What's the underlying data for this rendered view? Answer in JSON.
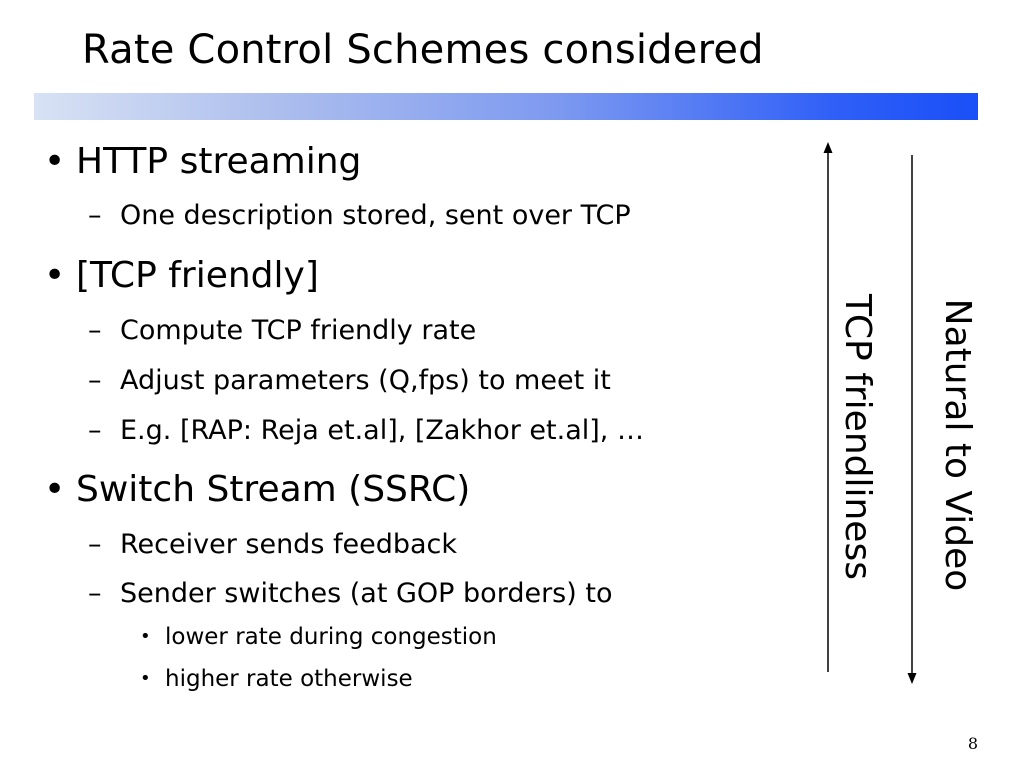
{
  "slide": {
    "title": "Rate Control Schemes considered",
    "bullets": [
      {
        "text": "HTTP streaming",
        "subs": [
          {
            "text": "One description stored, sent over TCP"
          }
        ]
      },
      {
        "text": "[TCP friendly]",
        "subs": [
          {
            "text": "Compute TCP friendly rate"
          },
          {
            "text": "Adjust parameters (Q,fps) to meet it"
          },
          {
            "text": "E.g. [RAP: Reja et.al], [Zakhor et.al], …"
          }
        ]
      },
      {
        "text": "Switch Stream (SSRC)",
        "subs": [
          {
            "text": "Receiver sends feedback"
          },
          {
            "text": "Sender switches (at GOP borders) to",
            "subs": [
              {
                "text": "lower rate during congestion"
              },
              {
                "text": "higher rate otherwise"
              }
            ]
          }
        ]
      }
    ],
    "bullet_mark": "•",
    "dash_mark": "–",
    "small_bullet_mark": "•",
    "axes": {
      "tcp_friendliness_label": "TCP friendliness",
      "natural_to_video_label": "Natural to Video"
    },
    "page_number": "8",
    "colors": {
      "title_bar_start": "#d8e2f4",
      "title_bar_end": "#1a4ff8",
      "text": "#000000"
    }
  }
}
